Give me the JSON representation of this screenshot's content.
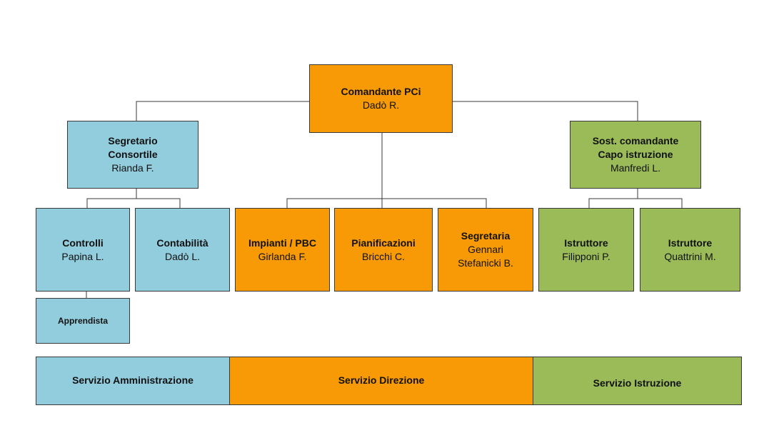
{
  "nodes": {
    "comandante": {
      "title": "Comandante PCi",
      "name": "Dadò R."
    },
    "segretario": {
      "title": "Segretario\nConsortile",
      "name": "Rianda F."
    },
    "sost_comandante": {
      "title": "Sost. comandante\nCapo istruzione",
      "name": "Manfredi L."
    },
    "controlli": {
      "title": "Controlli",
      "name": "Papina L."
    },
    "contabilita": {
      "title": "Contabilità",
      "name": "Dadò L."
    },
    "apprendista": {
      "title": "Apprendista"
    },
    "impianti": {
      "title": "Impianti / PBC",
      "name": "Girlanda F."
    },
    "pianificazioni": {
      "title": "Pianificazioni",
      "name": "Bricchi C."
    },
    "segretaria": {
      "title": "Segretaria",
      "name": "Gennari\nStefanicki B."
    },
    "istruttore1": {
      "title": "Istruttore",
      "name": "Filipponi P."
    },
    "istruttore2": {
      "title": "Istruttore",
      "name": "Quattrini M."
    }
  },
  "services": {
    "amministrazione": "Servizio Amministrazione",
    "direzione": "Servizio Direzione",
    "istruzione": "Servizio Istruzione"
  },
  "colors": {
    "blue": "#92cddd",
    "orange": "#f79a05",
    "green": "#9bbb59",
    "line": "#3a3a3a"
  }
}
